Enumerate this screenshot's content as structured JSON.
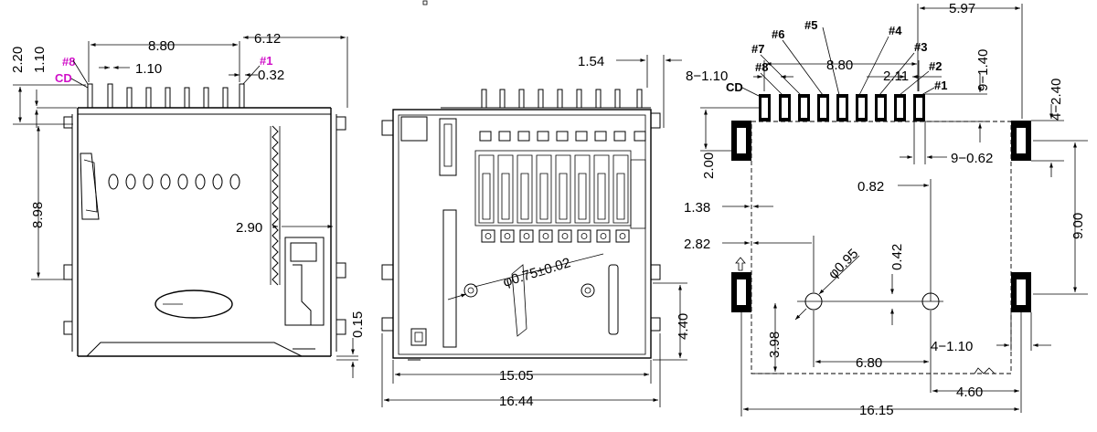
{
  "side_view": {
    "dims": {
      "d2_20": "2.20",
      "d1_10v": "1.10",
      "d8_80": "8.80",
      "d6_12": "6.12",
      "d1_10": "1.10",
      "d0_32": "0.32",
      "d8_98": "8.98",
      "d2_90": "2.90",
      "d0_15": "0.15"
    },
    "labels": {
      "pin8": "#8",
      "pin1": "#1",
      "cd": "CD"
    }
  },
  "front_view": {
    "dims": {
      "d1_54": "1.54",
      "hole": "φ0.75±0.02",
      "d4_40": "4.40",
      "d15_05": "15.05",
      "d16_44": "16.44"
    }
  },
  "footprint_view": {
    "dims": {
      "d5_97": "5.97",
      "d9_140": "9−1.40",
      "d4_240": "4−2.40",
      "d8_80": "8.80",
      "d8_110": "8−1.10",
      "d2_11": "2.11",
      "d9_062": "9−0.62",
      "d2_00": "2.00",
      "d0_82": "0.82",
      "d1_38": "1.38",
      "d9_00": "9.00",
      "d2_82": "2.82",
      "d0_95": "φ0.95",
      "d0_42": "0.42",
      "d3_98": "3.98",
      "d6_80": "6.80",
      "d4_110": "4−1.10",
      "d4_60": "4.60",
      "d16_15": "16.15"
    },
    "pins": [
      "#8",
      "#7",
      "#6",
      "#5",
      "#4",
      "#3",
      "#2",
      "#1"
    ],
    "cd": "CD"
  }
}
